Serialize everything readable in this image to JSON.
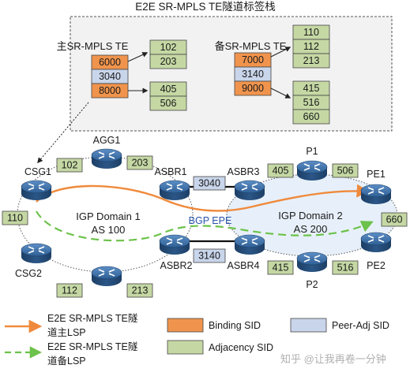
{
  "title": "E2E SR-MPLS TE隧道标签栈",
  "primary_stack": {
    "label": "主SR-MPLS TE",
    "stack": [
      "6000",
      "3040",
      "8000"
    ],
    "expand_top": [
      "102",
      "203"
    ],
    "expand_bottom": [
      "405",
      "506"
    ]
  },
  "backup_stack": {
    "label": "备SR-MPLS TE",
    "stack": [
      "7000",
      "3140",
      "9000"
    ],
    "expand_top": [
      "110",
      "112",
      "213"
    ],
    "expand_bottom": [
      "415",
      "516",
      "660"
    ]
  },
  "nodes": {
    "agg1": "AGG1",
    "csg1": "CSG1",
    "csg2": "CSG2",
    "asbr1": "ASBR1",
    "asbr2": "ASBR2",
    "asbr3": "ASBR3",
    "asbr4": "ASBR4",
    "p1": "P1",
    "p2": "P2",
    "pe1": "PE1",
    "pe2": "PE2"
  },
  "link_sids": {
    "csg1_agg1": "102",
    "agg1_asbr1": "203",
    "csg1_csg2": "110",
    "csg2_agg2": "112",
    "agg2_asbr2": "213",
    "asbr1_asbr3": "3040",
    "asbr2_asbr4": "3140",
    "asbr3_p1": "405",
    "p1_pe1": "506",
    "asbr4_p2": "415",
    "p2_pe2": "516",
    "pe2_pe1": "660"
  },
  "domains": {
    "d1_name": "IGP Domain 1",
    "d1_as": "AS 100",
    "d2_name": "IGP Domain 2",
    "d2_as": "AS 200",
    "bgp": "BGP EPE"
  },
  "legend": {
    "primary_line1": "E2E SR-MPLS TE隧",
    "primary_line2": "道主LSP",
    "backup_line1": "E2E SR-MPLS TE隧",
    "backup_line2": "道备LSP",
    "binding": "Binding SID",
    "peer_adj": "Peer-Adj SID",
    "adjacency": "Adjacency SID"
  },
  "watermark": "知乎 @让我再卷一分钟",
  "colors": {
    "binding": "#f0944d",
    "peer_adj": "#c9d5ea",
    "adjacency": "#c5d8a4",
    "primary_path": "#ef8a3c",
    "backup_path": "#6cc24a",
    "router": "#2e5f96",
    "domain2_fill": "#e7f0fa",
    "bgp_text": "#2753a8"
  }
}
